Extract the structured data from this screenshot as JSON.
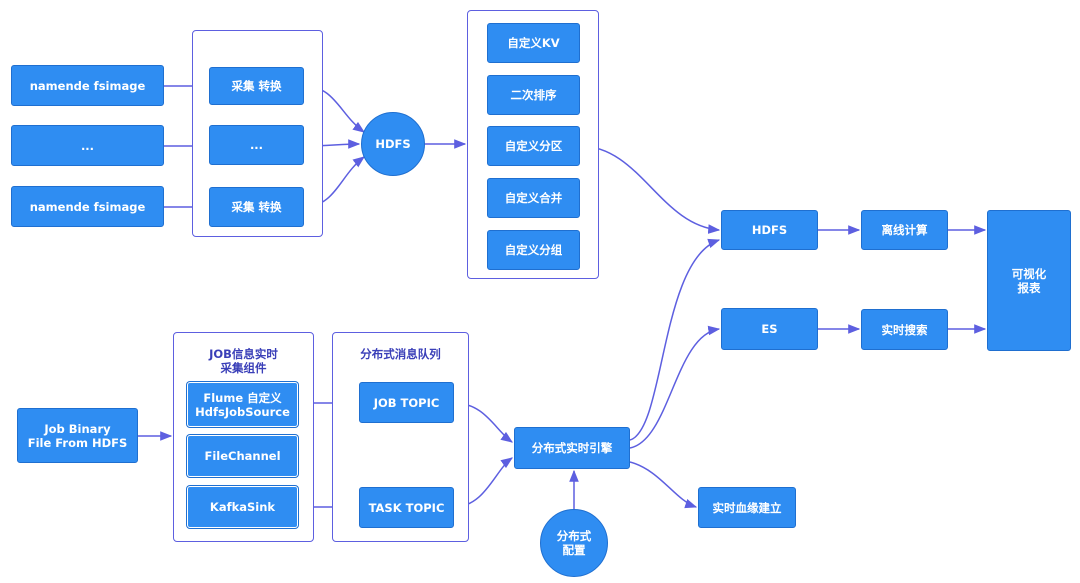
{
  "colors": {
    "node_fill": "#2f8df2",
    "node_border": "#1f6fd0",
    "edge": "#5d5fe0",
    "group_border": "#5d5fe0"
  },
  "groups": {
    "collect": {
      "title": ""
    },
    "custom_ops": {
      "title": ""
    },
    "job_collect": {
      "title": "JOB信息实时\n采集组件"
    },
    "mq": {
      "title": "分布式消息队列"
    }
  },
  "nodes": {
    "fsimage_1": "namende fsimage",
    "ellipsis_src": "...",
    "fsimage_2": "namende fsimage",
    "convert_1": "采集 转换",
    "ellipsis_mid": "...",
    "convert_2": "采集 转换",
    "hdfs_circle": "HDFS",
    "custom_kv": "自定义KV",
    "secondary_sort": "二次排序",
    "custom_partition": "自定义分区",
    "custom_merge": "自定义合并",
    "custom_group": "自定义分组",
    "hdfs_box": "HDFS",
    "es": "ES",
    "offline_compute": "离线计算",
    "realtime_search": "实时搜索",
    "visual_report": "可视化\n报表",
    "job_binary": "Job Binary\nFile From HDFS",
    "flume_source": "Flume 自定义\nHdfsJobSource",
    "file_channel": "FileChannel",
    "kafka_sink": "KafkaSink",
    "job_topic": "JOB TOPIC",
    "task_topic": "TASK TOPIC",
    "realtime_engine": "分布式实时引擎",
    "lineage": "实时血缘建立",
    "dist_config": "分布式\n配置"
  },
  "edges": [
    [
      "fsimage_1",
      "convert_1"
    ],
    [
      "ellipsis_src",
      "ellipsis_mid"
    ],
    [
      "fsimage_2",
      "convert_2"
    ],
    [
      "convert_1",
      "hdfs_circle"
    ],
    [
      "ellipsis_mid",
      "hdfs_circle"
    ],
    [
      "convert_2",
      "hdfs_circle"
    ],
    [
      "hdfs_circle",
      "custom_ops"
    ],
    [
      "custom_partition",
      "hdfs_box"
    ],
    [
      "hdfs_box",
      "offline_compute"
    ],
    [
      "offline_compute",
      "visual_report"
    ],
    [
      "es",
      "realtime_search"
    ],
    [
      "realtime_search",
      "visual_report"
    ],
    [
      "job_binary",
      "job_collect"
    ],
    [
      "flume_source",
      "job_topic"
    ],
    [
      "kafka_sink",
      "task_topic"
    ],
    [
      "job_topic",
      "realtime_engine"
    ],
    [
      "task_topic",
      "realtime_engine"
    ],
    [
      "realtime_engine",
      "hdfs_box"
    ],
    [
      "realtime_engine",
      "es"
    ],
    [
      "realtime_engine",
      "lineage"
    ],
    [
      "dist_config",
      "realtime_engine"
    ]
  ]
}
